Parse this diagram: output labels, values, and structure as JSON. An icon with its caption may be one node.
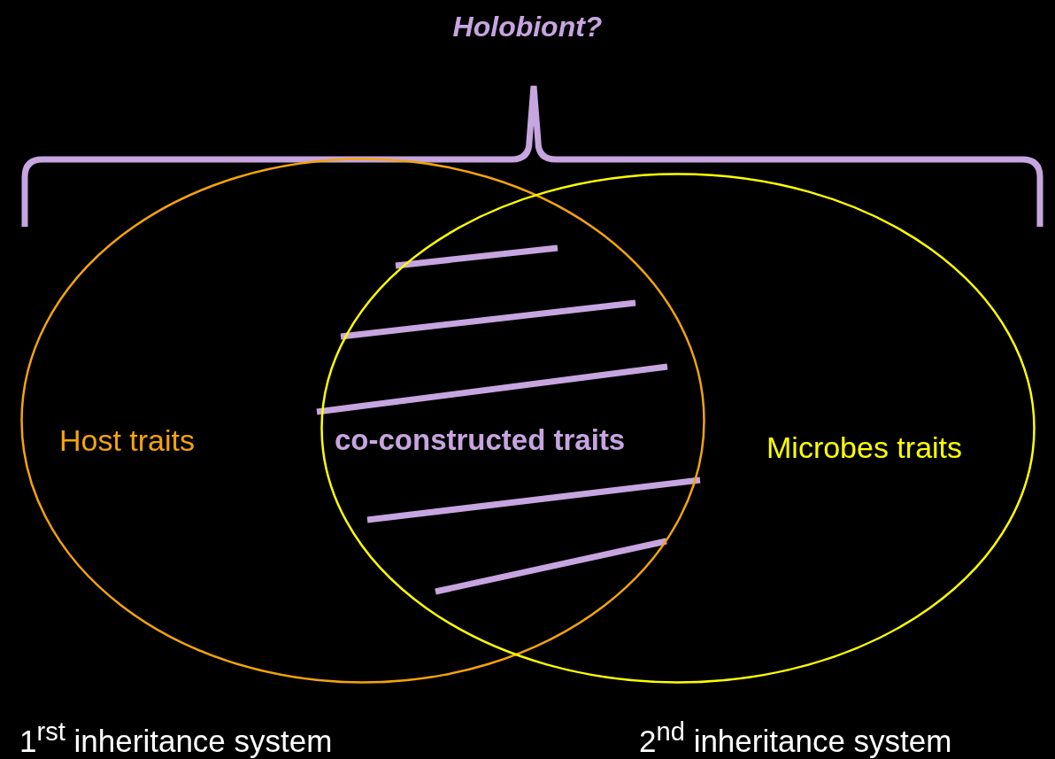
{
  "diagram": {
    "title": "Holobiont?",
    "nodes": [
      {
        "text": [
          "Host traits"
        ]
      },
      {
        "text": [
          "Microbes traits"
        ]
      }
    ],
    "labels": [
      "co-constructed traits",
      "1$^{rst}$ inheritance system",
      "2$^{nd}$ inheritance system"
    ]
  }
}
